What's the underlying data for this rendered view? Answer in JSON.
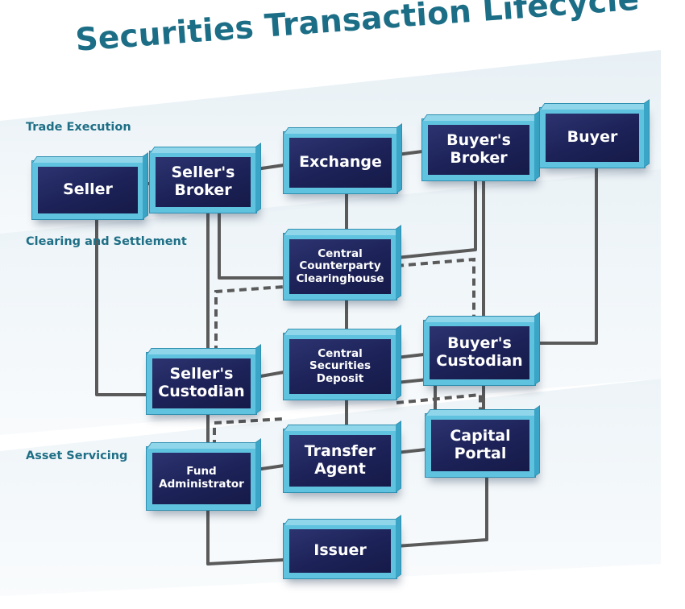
{
  "title": "Securities Transaction Lifecycle",
  "sections": {
    "trade_execution": "Trade Execution",
    "clearing_settlement": "Clearing and Settlement",
    "asset_servicing": "Asset Servicing"
  },
  "nodes": {
    "seller": "Seller",
    "sellers_broker": "Seller's\nBroker",
    "exchange": "Exchange",
    "buyers_broker": "Buyer's\nBroker",
    "buyer": "Buyer",
    "ccp": "Central\nCounterparty\nClearinghouse",
    "sellers_custodian": "Seller's\nCustodian",
    "csd": "Central\nSecurities\nDeposit",
    "buyers_custodian": "Buyer's\nCustodian",
    "fund_administrator": "Fund\nAdministrator",
    "transfer_agent": "Transfer\nAgent",
    "capital_portal": "Capital\nPortal",
    "issuer": "Issuer"
  },
  "colors": {
    "title": "#1c6e86",
    "node_face": "#1c2257",
    "node_frame": "#5fc2df",
    "connector": "#555555",
    "band": "#dde9f0"
  }
}
